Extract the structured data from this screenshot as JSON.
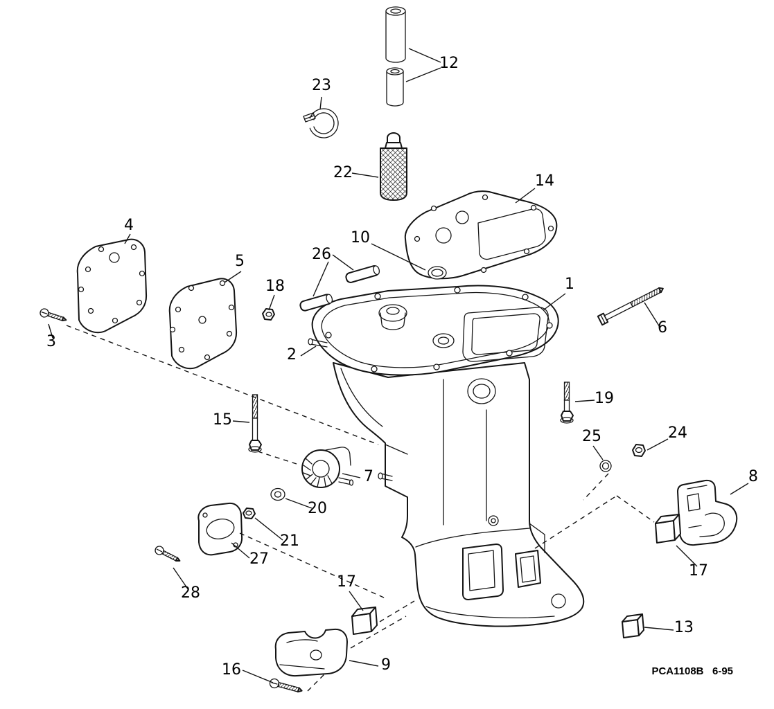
{
  "diagram": {
    "background": "#ffffff",
    "line_color": "#141414",
    "callouts": [
      {
        "label": "23"
      },
      {
        "label": "12"
      },
      {
        "label": "22"
      },
      {
        "label": "14"
      },
      {
        "label": "4"
      },
      {
        "label": "10"
      },
      {
        "label": "26"
      },
      {
        "label": "5"
      },
      {
        "label": "18"
      },
      {
        "label": "1"
      },
      {
        "label": "3"
      },
      {
        "label": "6"
      },
      {
        "label": "2"
      },
      {
        "label": "19"
      },
      {
        "label": "15"
      },
      {
        "label": "25"
      },
      {
        "label": "24"
      },
      {
        "label": "7"
      },
      {
        "label": "8"
      },
      {
        "label": "20"
      },
      {
        "label": "21"
      },
      {
        "label": "27"
      },
      {
        "label": "17"
      },
      {
        "label": "28"
      },
      {
        "label": "17"
      },
      {
        "label": "13"
      },
      {
        "label": "9"
      },
      {
        "label": "16"
      }
    ],
    "footer": {
      "code": "PCA1108B",
      "revision": "6-95"
    }
  }
}
